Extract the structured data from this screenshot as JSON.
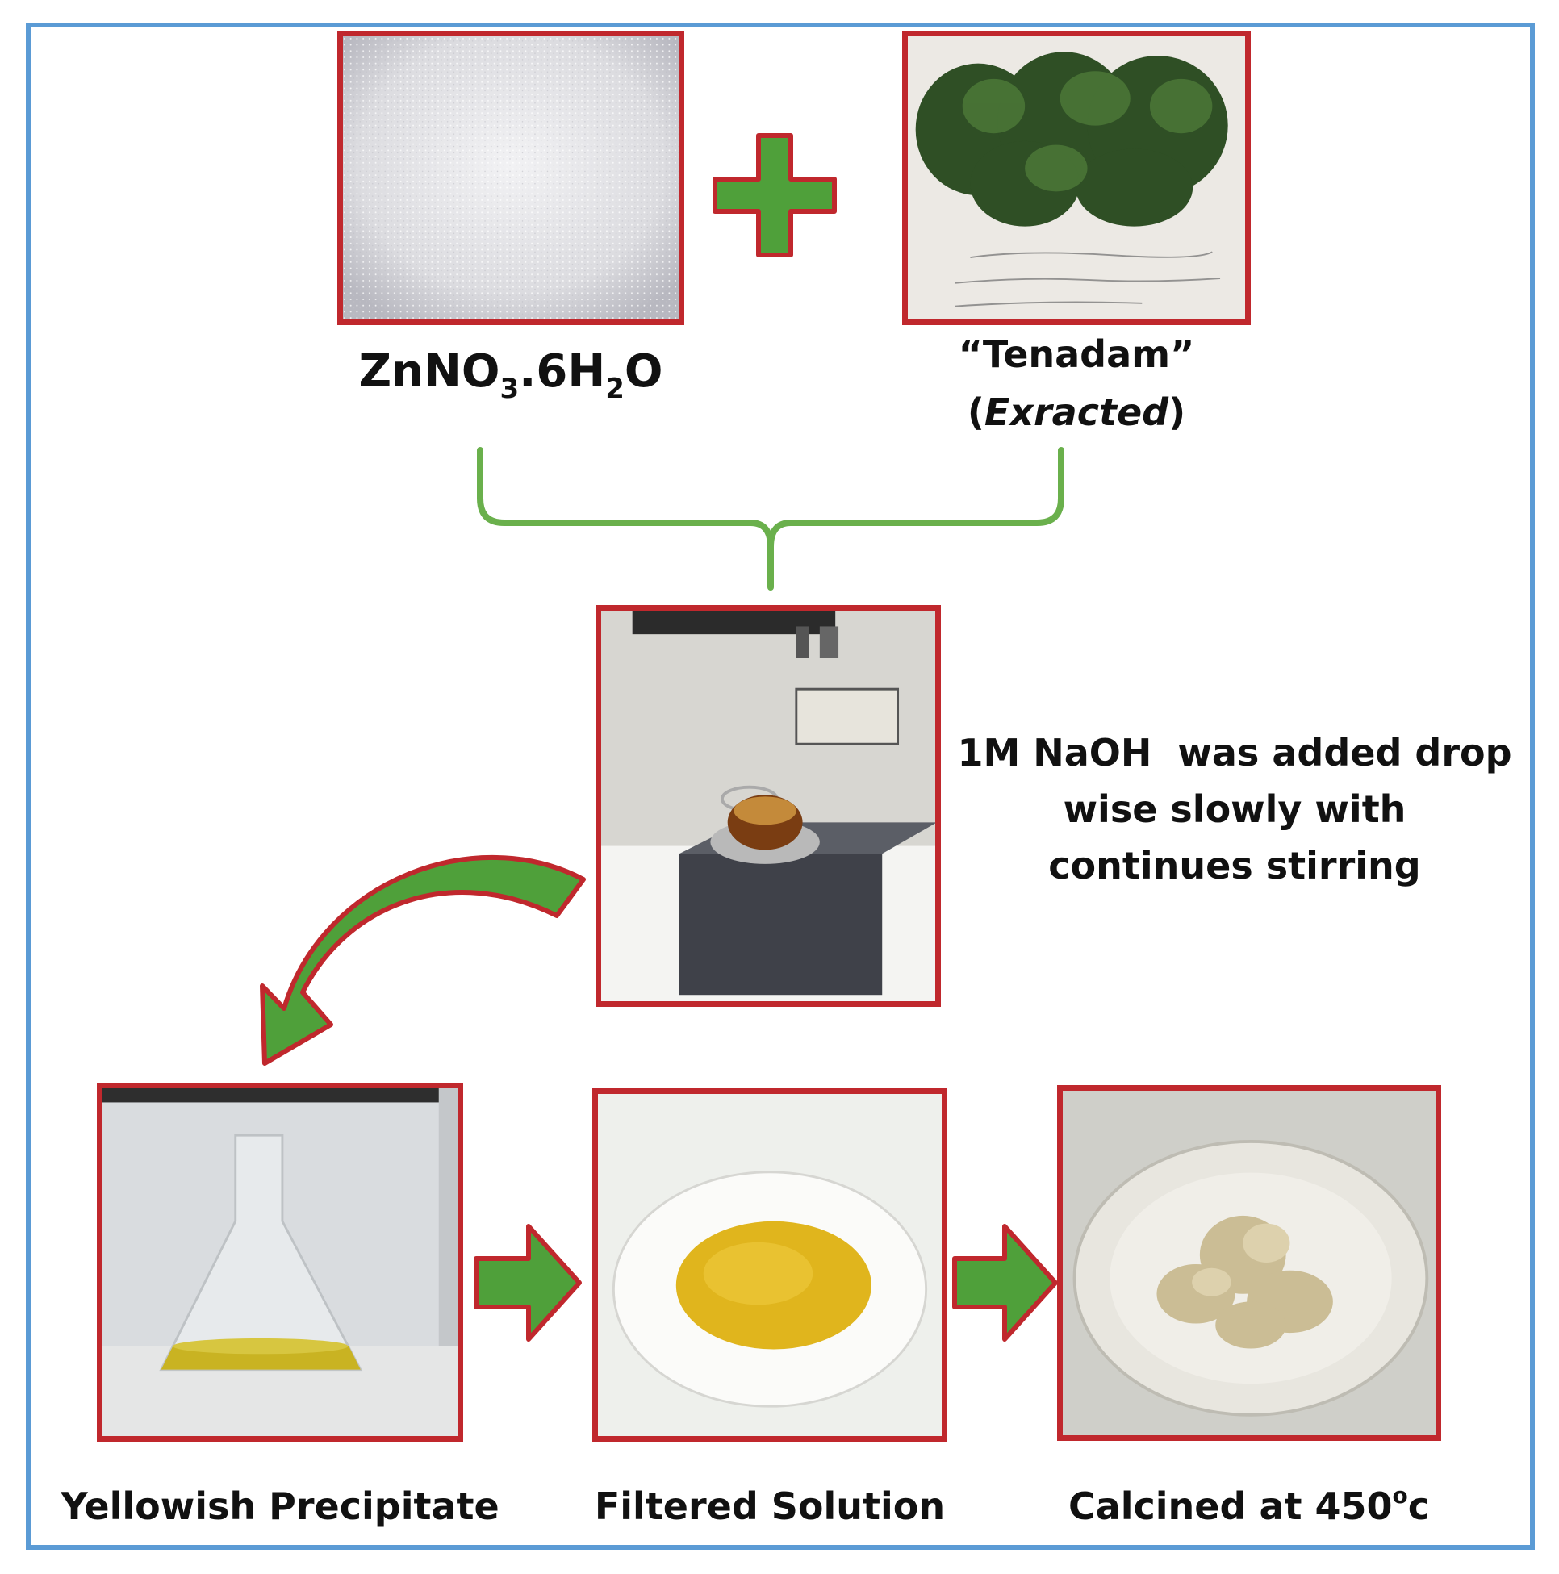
{
  "reagent_1": {
    "formula_parts": [
      "ZnNO",
      "3",
      ".6H",
      "2",
      "O"
    ]
  },
  "reagent_2": {
    "name": "“Tenadam”",
    "note_open": "(",
    "note": "Exracted",
    "note_close": ")"
  },
  "step_stirring": {
    "lines": [
      "1M NaOH  was added drop",
      "wise slowly with",
      "continues stirring"
    ]
  },
  "step_precipitate": {
    "caption": "Yellowish Precipitate"
  },
  "step_filtered": {
    "caption": "Filtered Solution"
  },
  "step_calcined": {
    "caption_prefix": "Calcined at 450",
    "caption_sup": "o",
    "caption_suffix": "c"
  },
  "colors": {
    "photo_border": "#c0282d",
    "arrow_green": "#4fa03a",
    "frame_blue": "#5b9bd5",
    "bracket_green": "#6ab04c"
  }
}
